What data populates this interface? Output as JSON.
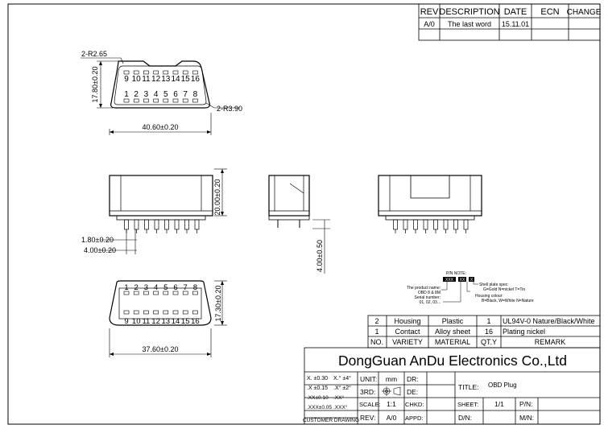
{
  "revision_table": {
    "headers": [
      "REV",
      "DESCRIPTION",
      "DATE",
      "ECN",
      "CHANGE"
    ],
    "row": [
      "A/0",
      "The last word",
      "15.11.01",
      "",
      ""
    ]
  },
  "top_view": {
    "pins_top": [
      "9",
      "10",
      "11",
      "12",
      "13",
      "14",
      "15",
      "16"
    ],
    "pins_bottom": [
      "1",
      "2",
      "3",
      "4",
      "5",
      "6",
      "7",
      "8"
    ],
    "dim_chamfer": "2-R2.65",
    "dim_radius": "2-R3.90",
    "dim_height": "17.80±0.20",
    "dim_width": "40.60±0.20"
  },
  "side_views": {
    "dim_body_height": "20.00±0.20",
    "dim_pin_length": "4.00±0.50",
    "dim_pitch": "1.80±0.20",
    "dim_offset": "4.00±0.20"
  },
  "bottom_view": {
    "pins_top": [
      "1",
      "2",
      "3",
      "4",
      "5",
      "6",
      "7",
      "8"
    ],
    "pins_bottom": [
      "9",
      "10",
      "11",
      "12",
      "13",
      "14",
      "15",
      "16"
    ],
    "dim_height": "17.30±0.20",
    "dim_width": "37.60±0.20"
  },
  "part_number_note": {
    "title": "P/N NOTE:",
    "box_a": "XXX",
    "box_b": "XX",
    "box_c": "X",
    "line1": "The product name:",
    "line2": "OBD 8 & 8M",
    "line3": "Serial number:",
    "line4": "01, 02, 03...",
    "shell_plate_title": "Shell plate spec:",
    "shell_plate_codes": "G=Gold N=nickel T=Tin",
    "housing_colour_title": "Housing colour:",
    "housing_colour_codes": "B=Black, W=White N=Nature"
  },
  "bom": {
    "rows": [
      [
        "2",
        "Housing",
        "Plastic",
        "1",
        "UL94V-0 Nature/Black/White"
      ],
      [
        "1",
        "Contact",
        "Alloy sheet",
        "16",
        "Plating nickel"
      ]
    ],
    "headers": [
      "NO.",
      "VARIETY",
      "MATERIAL",
      "QT.Y",
      "REMARK"
    ]
  },
  "title_block": {
    "company": "DongGuan AnDu Electronics Co.,Ltd",
    "tolerances": [
      "X. ±0.30",
      "X.° ±4°",
      ".X ±0.15",
      ".X° ±2°",
      ".XX±0.10",
      ".XX°",
      ".XXX±0.05",
      ".XXX°"
    ],
    "customer_drawing": "CUSTOMER DRAWING",
    "unit_label": "UNIT:",
    "unit_value": "mm",
    "dr_label": "DR:",
    "proj_label": "3RD:",
    "de_label": "DE:",
    "scale_label": "SCALE:",
    "scale_value": "1:1",
    "chkd_label": "CHKD:",
    "rev_label": "REV:",
    "rev_value": "A/0",
    "appd_label": "APPD:",
    "title_label": "TITLE:",
    "title_value": "OBD Plug",
    "sheet_label": "SHEET:",
    "sheet_value": "1/1",
    "pn_label": "P/N:",
    "dn_label": "D/N:",
    "mn_label": "M/N:"
  }
}
